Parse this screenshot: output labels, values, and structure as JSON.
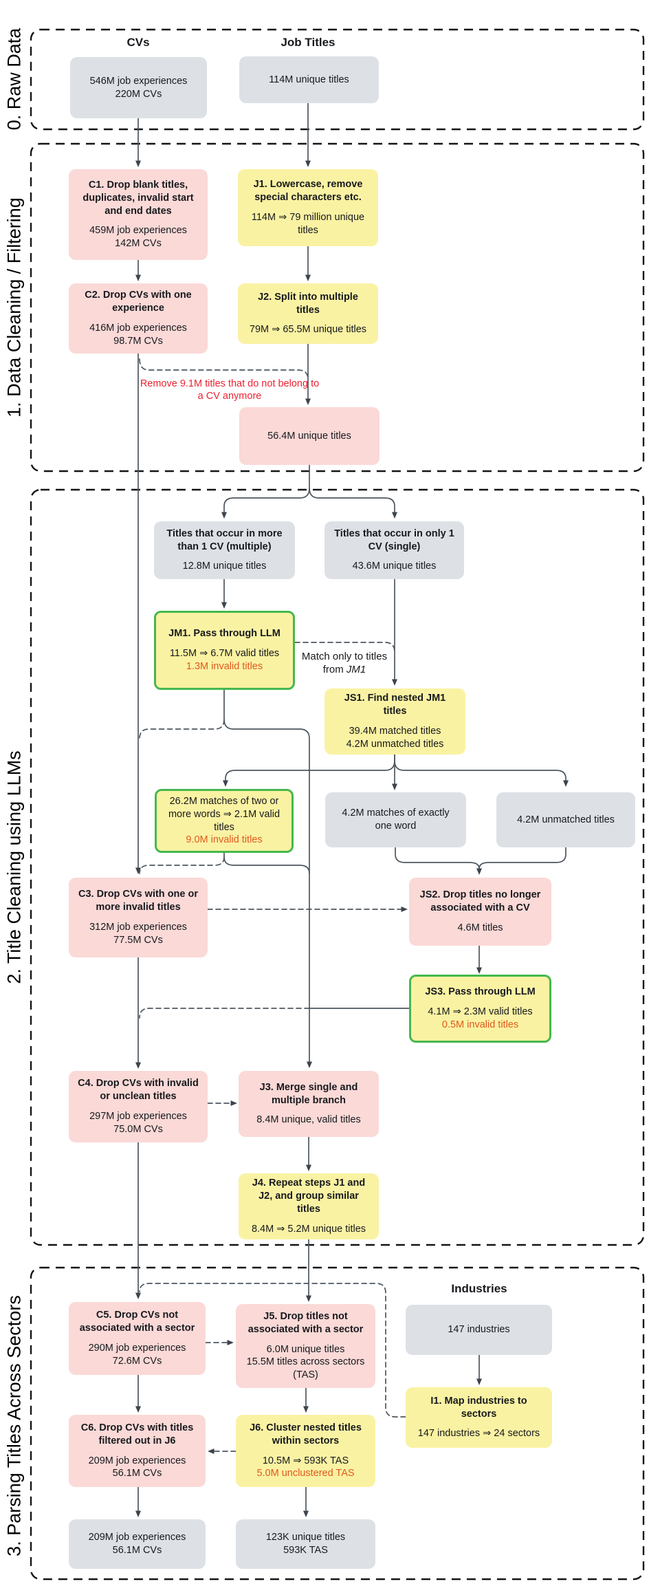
{
  "sections": {
    "s0": {
      "label": "0. Raw Data"
    },
    "s1": {
      "label": "1. Data Cleaning / Filtering"
    },
    "s2": {
      "label": "2. Title Cleaning using LLMs"
    },
    "s3": {
      "label": "3. Parsing Titles Across Sectors"
    }
  },
  "headers": {
    "cvs": "CVs",
    "job_titles": "Job Titles",
    "industries": "Industries"
  },
  "boxes": {
    "cv_raw": {
      "l1": "546M job experiences",
      "l2": "220M CVs"
    },
    "jt_raw": {
      "l1": "114M unique titles"
    },
    "c1": {
      "title": "C1. Drop blank titles, duplicates, invalid start and end dates",
      "l1": "459M job experiences",
      "l2": "142M CVs"
    },
    "j1": {
      "title": "J1. Lowercase, remove special characters etc.",
      "l1": "114M ⇒ 79 million unique titles"
    },
    "c2": {
      "title": "C2. Drop CVs with one experience",
      "l1": "416M job experiences",
      "l2": "98.7M CVs"
    },
    "j2": {
      "title": "J2. Split into multiple titles",
      "l1": "79M ⇒ 65.5M unique titles"
    },
    "m56": {
      "l1": "56.4M unique titles"
    },
    "multiple": {
      "title": "Titles that occur in more than 1 CV (multiple)",
      "l1": "12.8M unique titles"
    },
    "single": {
      "title": "Titles that occur in only 1 CV (single)",
      "l1": "43.6M unique titles"
    },
    "jm1": {
      "title": "JM1. Pass through LLM",
      "l1": "11.5M ⇒ 6.7M valid titles",
      "warn": "1.3M invalid titles"
    },
    "js1": {
      "title": "JS1. Find nested JM1 titles",
      "l1": "39.4M matched titles",
      "l2": "4.2M unmatched titles"
    },
    "m26": {
      "l1": "26.2M matches of two or more words ⇒ 2.1M valid titles",
      "warn": "9.0M invalid titles"
    },
    "oneword": {
      "l1": "4.2M matches of exactly one word"
    },
    "unmatched": {
      "l1": "4.2M unmatched titles"
    },
    "c3": {
      "title": "C3. Drop CVs with one or more invalid titles",
      "l1": "312M job experiences",
      "l2": "77.5M CVs"
    },
    "js2": {
      "title": "JS2. Drop titles no longer associated with a CV",
      "l1": "4.6M titles"
    },
    "js3": {
      "title": "JS3. Pass through LLM",
      "l1": "4.1M ⇒ 2.3M valid titles",
      "warn": "0.5M invalid titles"
    },
    "c4": {
      "title": "C4. Drop CVs with invalid or unclean titles",
      "l1": "297M job experiences",
      "l2": "75.0M CVs"
    },
    "j3": {
      "title": "J3. Merge single and multiple branch",
      "l1": "8.4M unique, valid titles"
    },
    "j4": {
      "title": "J4. Repeat steps J1 and J2, and group similar titles",
      "l1": "8.4M ⇒ 5.2M unique titles"
    },
    "c5": {
      "title": "C5. Drop CVs not associated with a sector",
      "l1": "290M job experiences",
      "l2": "72.6M CVs"
    },
    "j5": {
      "title": "J5. Drop titles not associated with a sector",
      "l1": "6.0M unique titles",
      "l2": "15.5M titles across sectors (TAS)"
    },
    "ind147": {
      "l1": "147 industries"
    },
    "i1": {
      "title": "I1. Map industries to sectors",
      "l1": "147 industries ⇒ 24 sectors"
    },
    "c6": {
      "title": "C6. Drop CVs with titles filtered out in J6",
      "l1": "209M job experiences",
      "l2": "56.1M CVs"
    },
    "j6": {
      "title": "J6. Cluster nested titles within sectors",
      "l1": "10.5M ⇒ 593K TAS",
      "warn": "5.0M unclustered TAS"
    },
    "out_cv": {
      "l1": "209M job experiences",
      "l2": "56.1M CVs"
    },
    "out_jt": {
      "l1": "123K unique titles",
      "l2": "593K TAS"
    }
  },
  "annotations": {
    "remove_note": "Remove 9.1M titles that do not belong to a CV anymore",
    "match_note_line1": "Match only to titles",
    "match_note_prefix": "from ",
    "match_note_ref": "JM1"
  },
  "colors": {
    "box_gray": "#dde1e6",
    "box_pink": "#fad9d7",
    "box_yellow": "#faf2a3",
    "green_border": "#45b84e",
    "invalid_orange": "#e05a1e",
    "note_red": "#eb2231",
    "line_gray": "#4d565f"
  }
}
